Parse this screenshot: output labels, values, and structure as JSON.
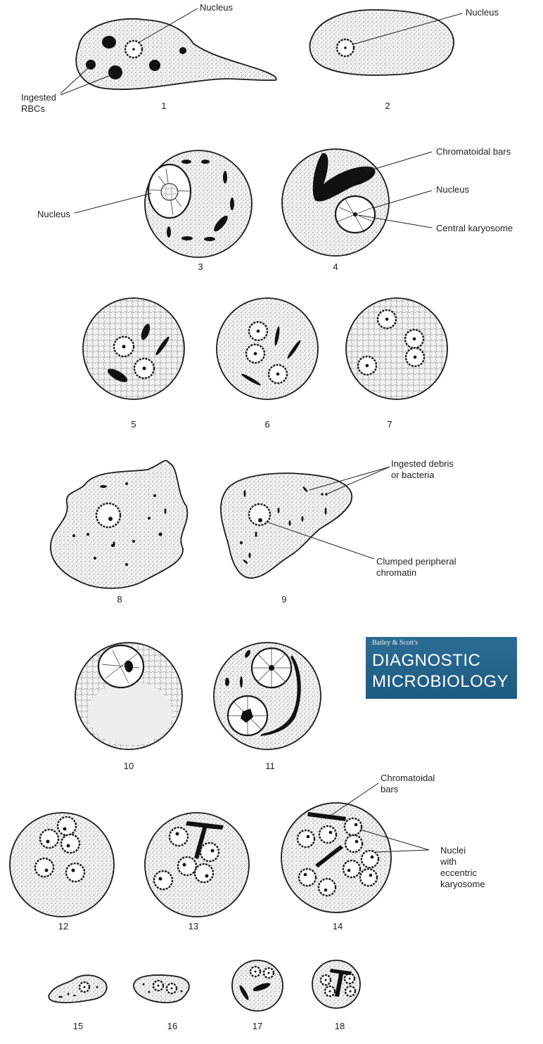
{
  "labels": {
    "nucleus_1": "Nucleus",
    "ingested_rbcs_a": "Ingested",
    "ingested_rbcs_b": "RBCs",
    "nucleus_2": "Nucleus",
    "nucleus_3": "Nucleus",
    "chromatoidal_bars_4": "Chromatoidal bars",
    "nucleus_4": "Nucleus",
    "central_karyosome": "Central karyosome",
    "ingested_debris_a": "Ingested debris",
    "ingested_debris_b": "or bacteria",
    "clumped_chromatin_a": "Clumped peripheral",
    "clumped_chromatin_b": "chromatin",
    "chromatoidal_bars_14a": "Chromatoidal",
    "chromatoidal_bars_14b": "bars",
    "nuclei_eccentric_a": "Nuclei",
    "nuclei_eccentric_b": "with",
    "nuclei_eccentric_c": "eccentric",
    "nuclei_eccentric_d": "karyosome"
  },
  "figure_numbers": [
    "1",
    "2",
    "3",
    "4",
    "5",
    "6",
    "7",
    "8",
    "9",
    "10",
    "11",
    "12",
    "13",
    "14",
    "15",
    "16",
    "17",
    "18"
  ],
  "logo": {
    "small": "Bailey & Scott's",
    "line1": "DIAGNOSTIC",
    "line2": "MICROBIOLOGY"
  },
  "colors": {
    "logo_background": "#24618a",
    "ink": "#1a1a1a",
    "cytoplasm": "#f1f1f1"
  }
}
